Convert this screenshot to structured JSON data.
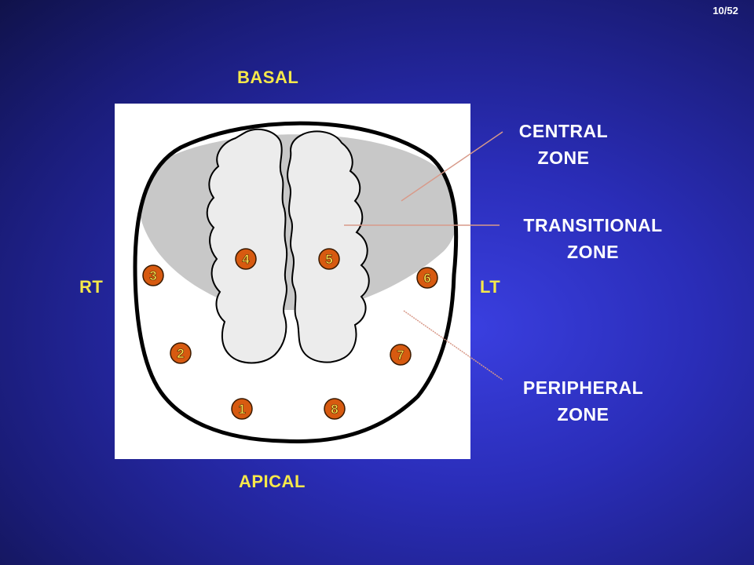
{
  "slide": {
    "page_indicator": "10/52"
  },
  "orientation": {
    "top": "BASAL",
    "bottom": "APICAL",
    "left": "RT",
    "right": "LT"
  },
  "zones": {
    "central": {
      "line1": "CENTRAL",
      "line2": "ZONE"
    },
    "transitional": {
      "line1": "TRANSITIONAL",
      "line2": "ZONE"
    },
    "peripheral": {
      "line1": "PERIPHERAL",
      "line2": "ZONE"
    }
  },
  "biopsy_sites": [
    "1",
    "2",
    "3",
    "4",
    "5",
    "6",
    "7",
    "8"
  ],
  "colors": {
    "background": "#2a2db8",
    "orientation_label": "#f6e84a",
    "zone_label": "#ffffff",
    "central_zone_fill": "#c8c8c8",
    "transitional_zone_fill": "#ececec",
    "marker_fill": "#d75a10",
    "marker_text": "#ffe14d"
  }
}
